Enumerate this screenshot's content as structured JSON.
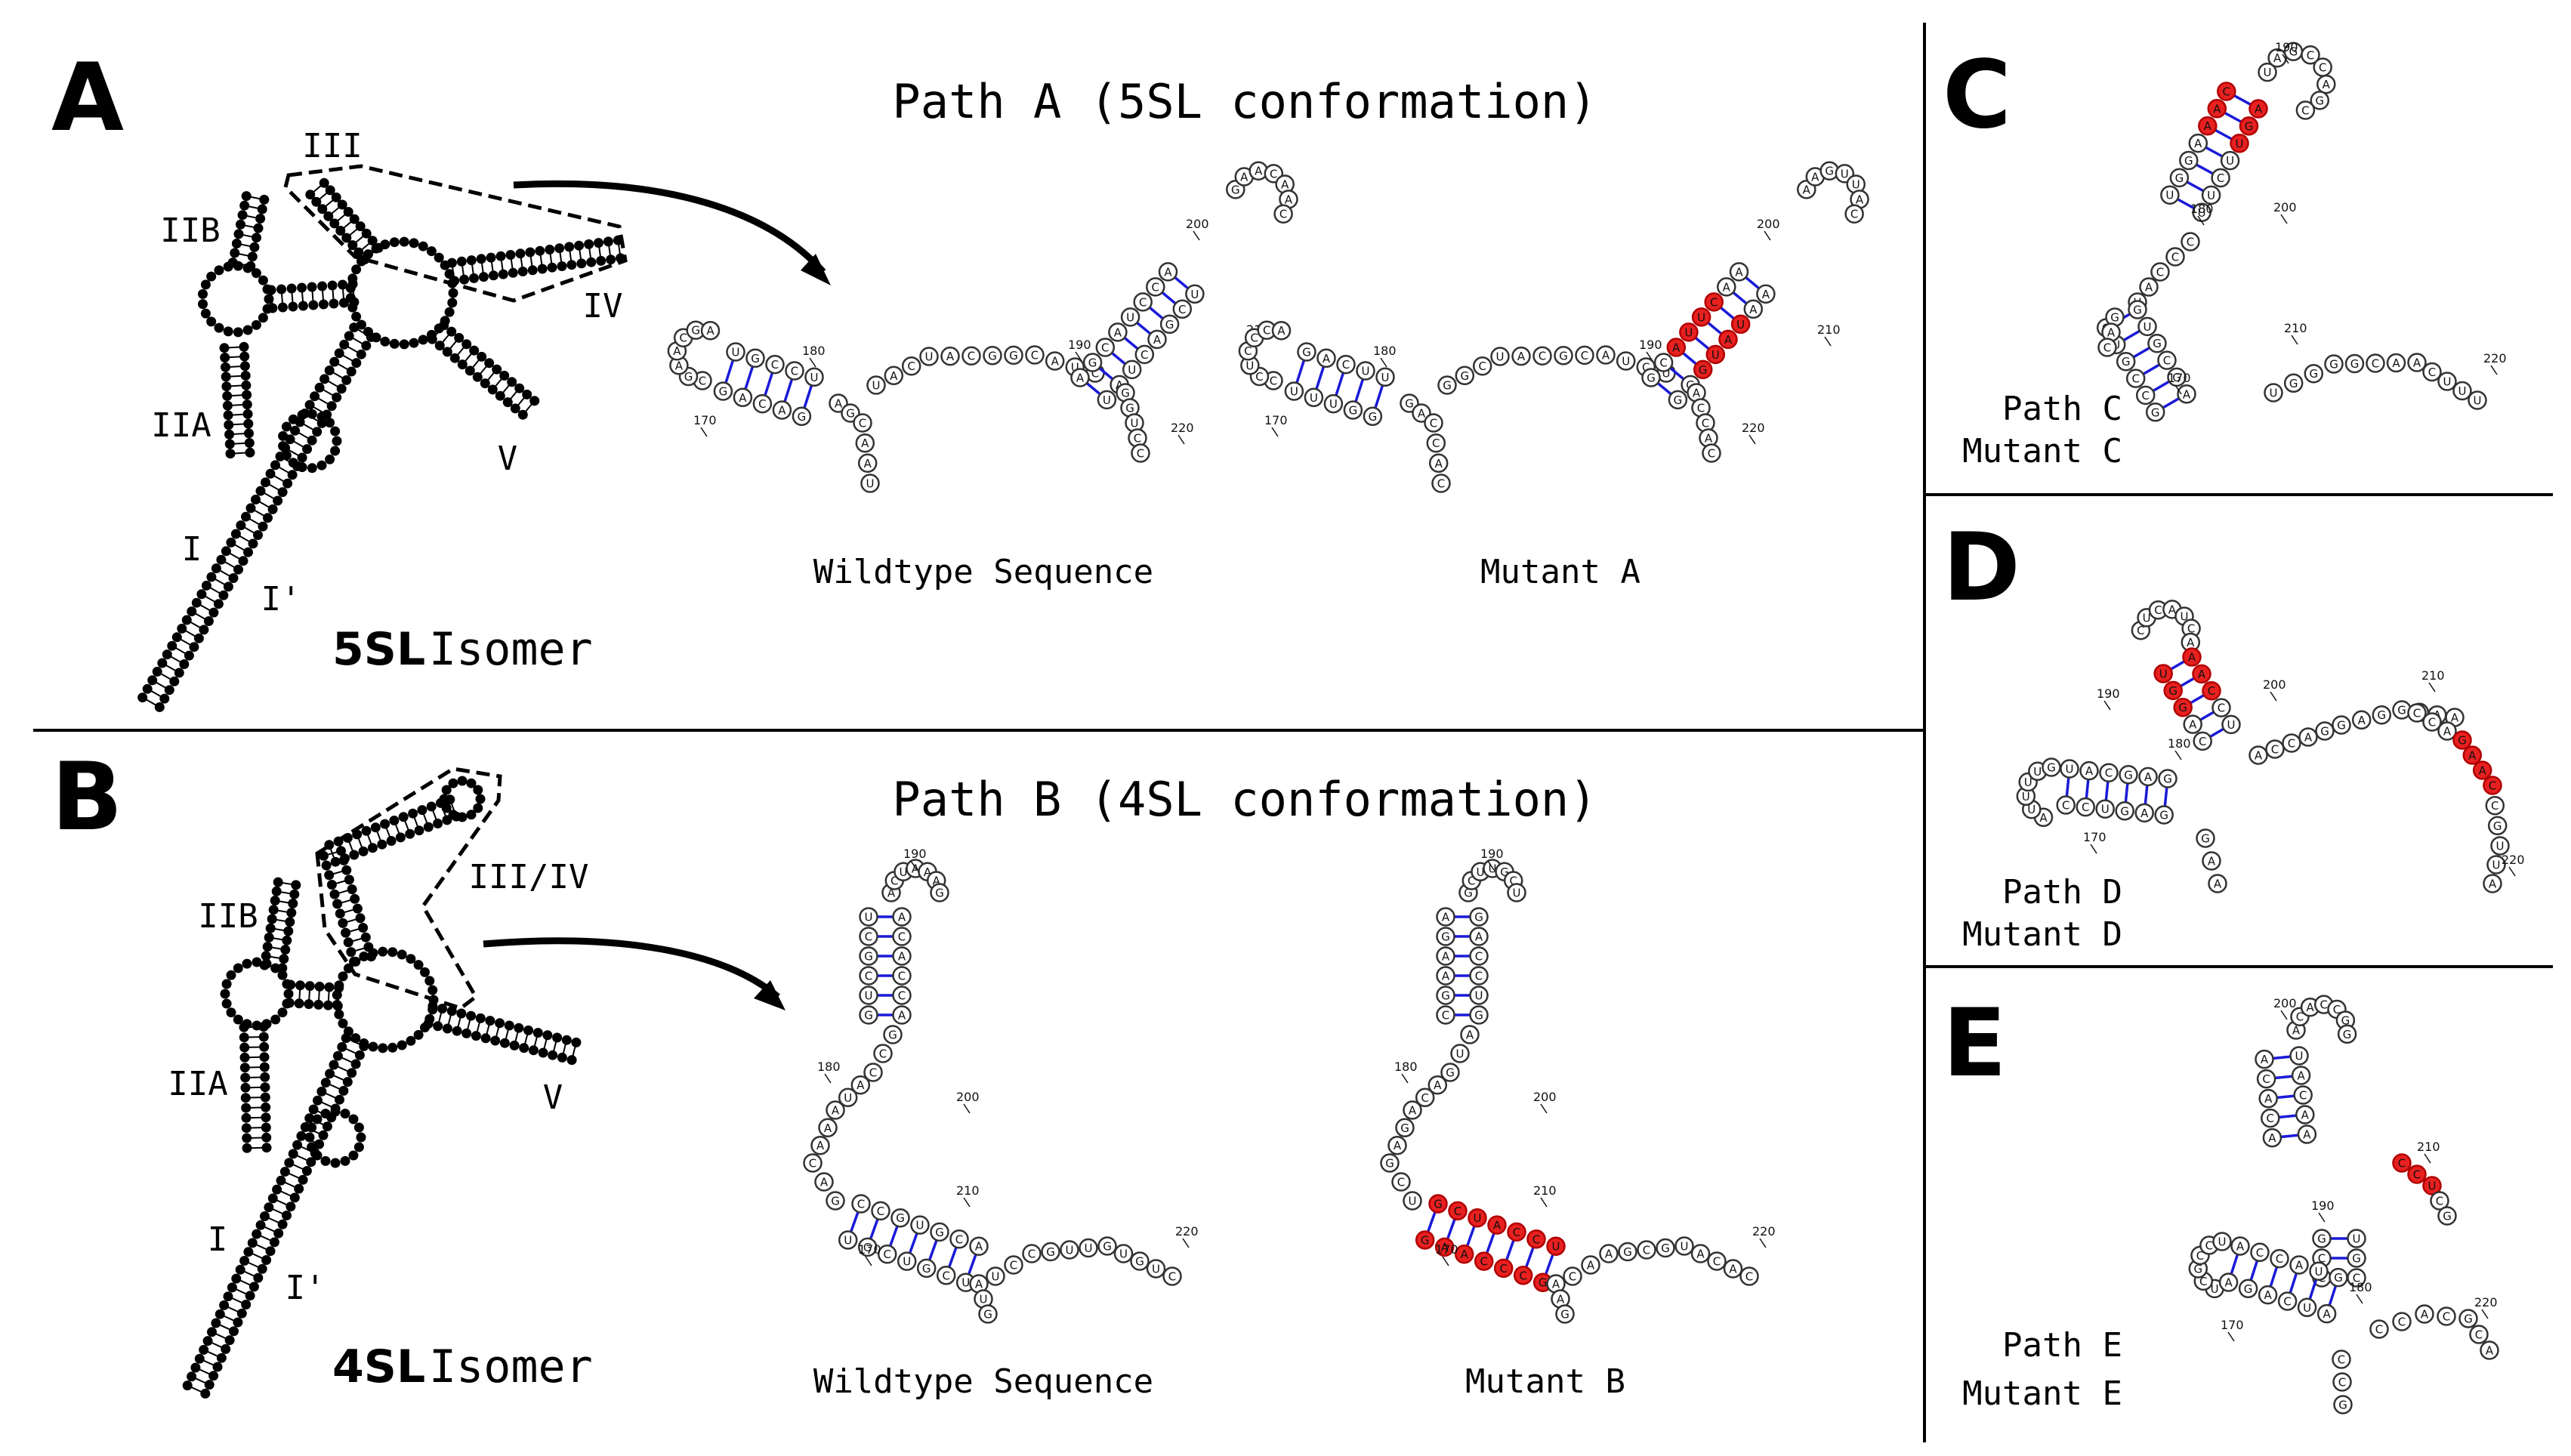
{
  "panels": {
    "A": {
      "letter": "A",
      "title": "Path A (5SL conformation)",
      "isomer_bold": "5SL",
      "isomer_rest": " Isomer",
      "stem_labels": [
        "III",
        "IIB",
        "IV",
        "IIA",
        "V",
        "I",
        "I'"
      ],
      "struct_labels": [
        "Wildtype Sequence",
        "Mutant A"
      ],
      "indices_wt": [
        "170",
        "180",
        "190",
        "200",
        "210",
        "220"
      ],
      "indices_mut": [
        "170",
        "180",
        "190",
        "200",
        "210",
        "220"
      ]
    },
    "B": {
      "letter": "B",
      "title": "Path B (4SL conformation)",
      "isomer_bold": "4SL",
      "isomer_rest": " Isomer",
      "stem_labels": [
        "III/IV",
        "IIB",
        "IIA",
        "V",
        "I",
        "I'"
      ],
      "struct_labels": [
        "Wildtype Sequence",
        "Mutant B"
      ],
      "indices_wt": [
        "190",
        "180",
        "200",
        "210",
        "170",
        "220"
      ],
      "indices_mut": [
        "190",
        "180",
        "200",
        "210",
        "170",
        "220"
      ]
    },
    "C": {
      "letter": "C",
      "line1": "Path C",
      "line2": "Mutant C",
      "indices": [
        "190",
        "180",
        "200",
        "210",
        "170",
        "220"
      ]
    },
    "D": {
      "letter": "D",
      "line1": "Path D",
      "line2": "Mutant D",
      "indices": [
        "190",
        "200",
        "210",
        "180",
        "170",
        "220"
      ]
    },
    "E": {
      "letter": "E",
      "line1": "Path E",
      "line2": "Mutant E",
      "indices": [
        "200",
        "210",
        "190",
        "180",
        "170",
        "220"
      ]
    }
  },
  "colors": {
    "backbone": "#333333",
    "base_pair": "#1a1ad8",
    "mutation": "#e82020",
    "schematic": "#000000"
  }
}
